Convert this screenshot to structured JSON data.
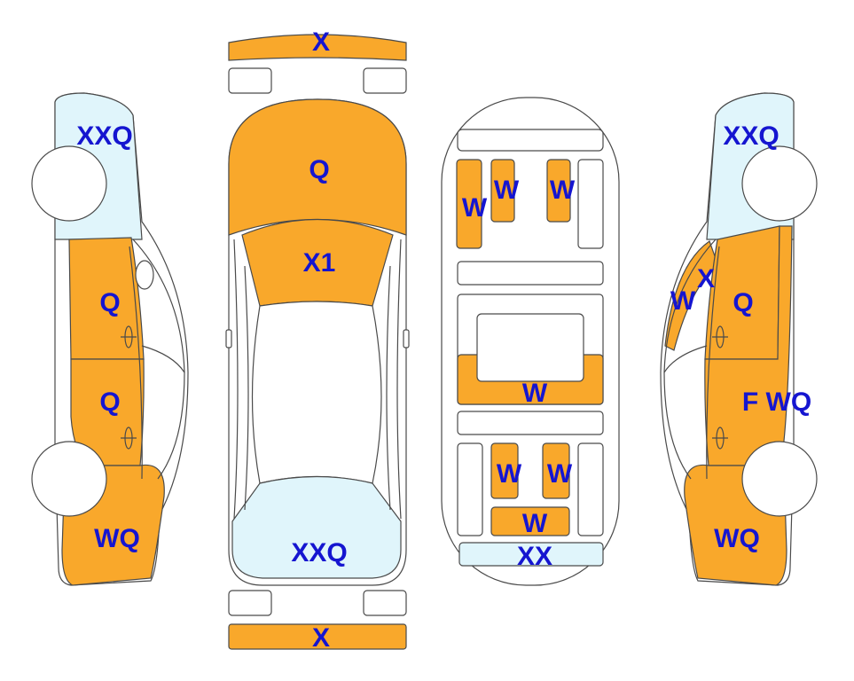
{
  "colors": {
    "damage": "#F9A82B",
    "glass": "#E0F5FB",
    "text": "#1515D0",
    "line": "#4A4A4A"
  },
  "front_bumper": {
    "label": "X"
  },
  "rear_bumper": {
    "label": "X"
  },
  "top_view": {
    "hood": {
      "label": "Q"
    },
    "windshield": {
      "label": "X1"
    },
    "rear_window": {
      "label": "XXQ"
    }
  },
  "interior": {
    "seat_left": {
      "label": "W"
    },
    "seat_mid_left": {
      "label": "W"
    },
    "seat_mid_right": {
      "label": "W"
    },
    "floor_bar": {
      "label": "W"
    },
    "rear_seat_left": {
      "label": "W"
    },
    "rear_seat_right": {
      "label": "W"
    },
    "trunk_block": {
      "label": "W"
    },
    "rear_strip": {
      "label": "XX"
    }
  },
  "left_side": {
    "front_glass": {
      "label": "XXQ"
    },
    "front_door": {
      "label": "Q"
    },
    "rear_door": {
      "label": "Q"
    },
    "rear_quarter": {
      "label": "WQ"
    }
  },
  "right_side": {
    "front_glass": {
      "label": "XXQ"
    },
    "mirror": {
      "label": "W"
    },
    "mirror_x": {
      "label": "X"
    },
    "front_door": {
      "label": "Q"
    },
    "rear_door": {
      "label": "F WQ"
    },
    "rear_quarter": {
      "label": "WQ"
    }
  }
}
